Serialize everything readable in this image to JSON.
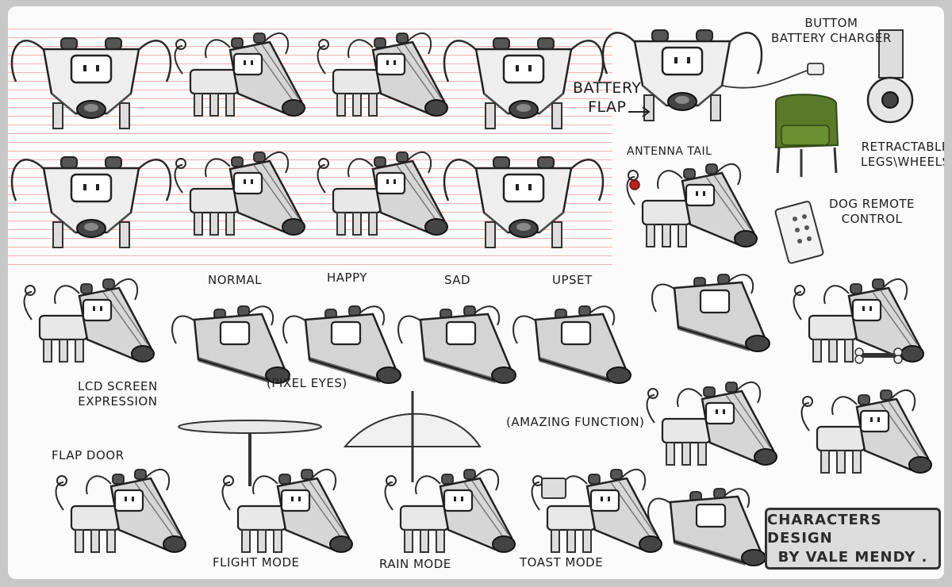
{
  "labels": {
    "battery_flap": "BATTERY\nFLAP",
    "buttom_battery_charger": "BUTTOM\nBATTERY CHARGER",
    "antenna_tail": "ANTENNA TAIL",
    "retractable": "RETRACTABLE\nLEGS\\WHEELS",
    "dog_remote": "DOG REMOTE\nCONTROL",
    "normal": "NORMAL",
    "happy": "HAPPY",
    "sad": "SAD",
    "upset": "UPSET",
    "lcd_screen": "LCD SCREEN\nEXPRESSION",
    "pixel_eyes": "(PIXEL EYES)",
    "amazing_function": "(AMAZING FUNCTION)",
    "flap_door": "FLAP DOOR",
    "flight_mode": "FLIGHT MODE",
    "rain_mode": "RAIN MODE",
    "toast_mode": "TOAST MODE"
  },
  "signature": {
    "line1": "CHARACTERS DESIGN",
    "line2": "BY VALE MENDY ."
  },
  "colors": {
    "sketch_ink": "#2a2a2a",
    "ruled_lines": "#f0b3b3",
    "chair_green": "#5a7a2a",
    "antenna_red": "#c0201a"
  }
}
